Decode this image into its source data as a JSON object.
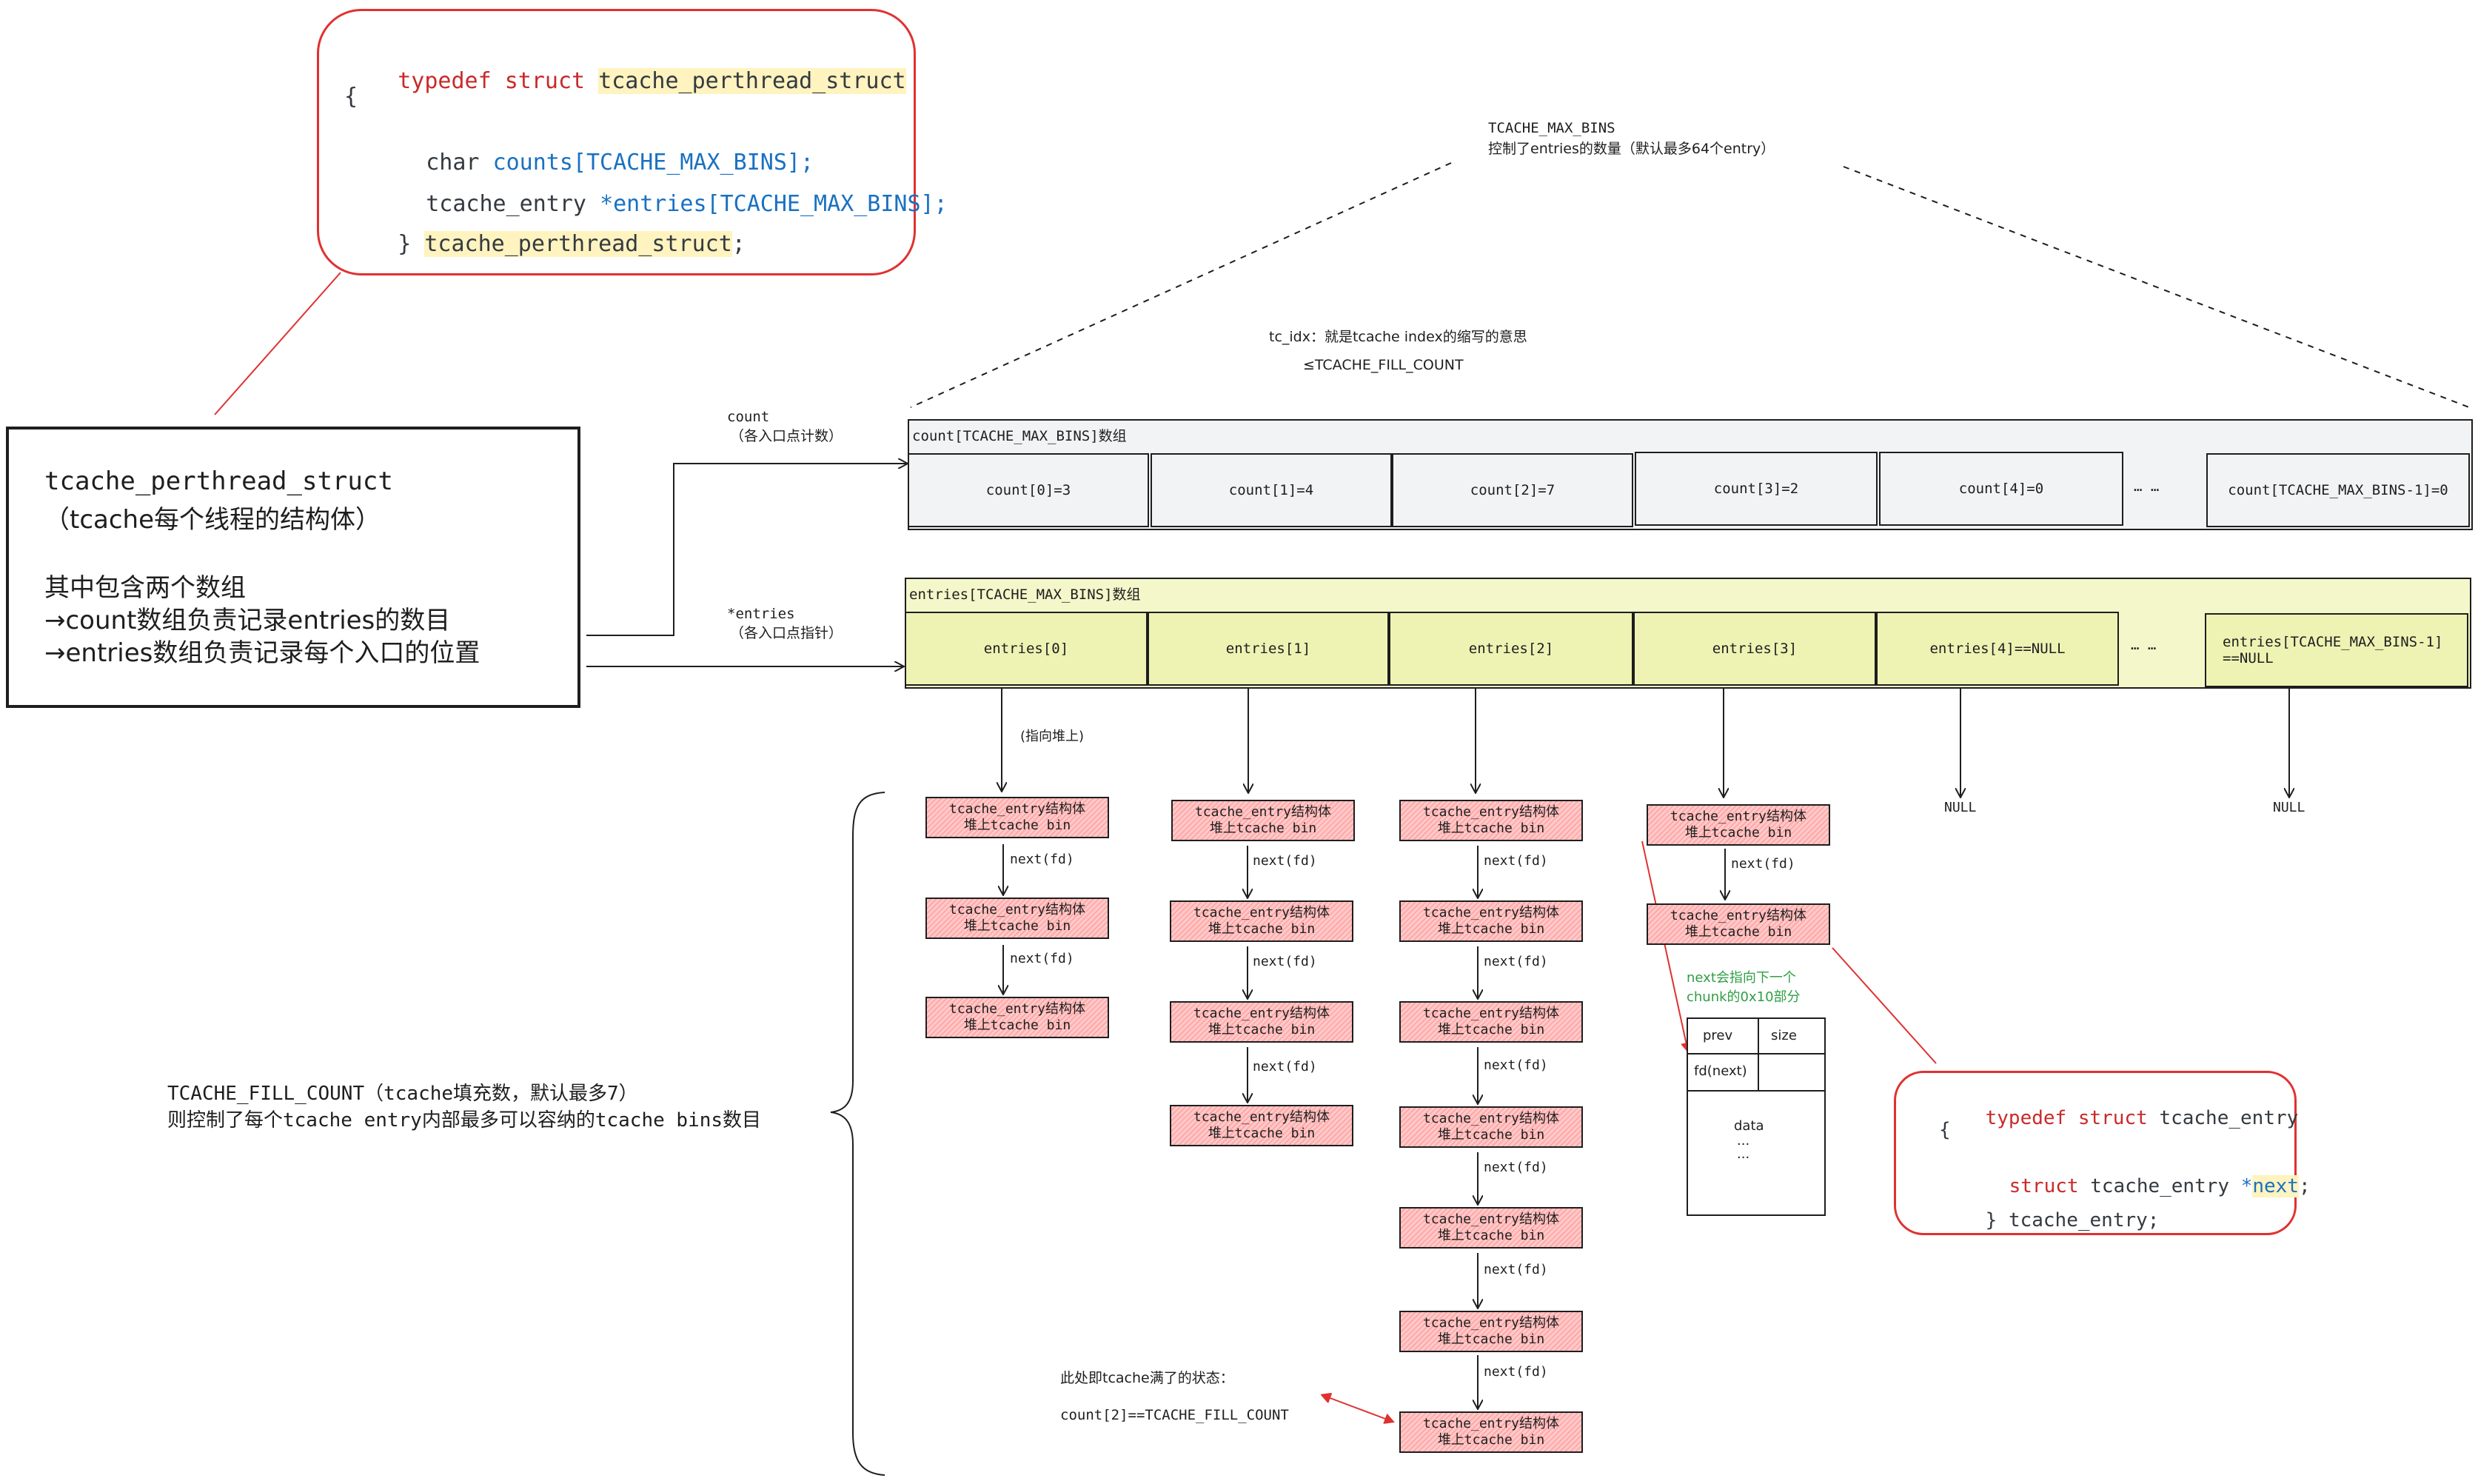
{
  "struct_def": {
    "line1_kw": "typedef struct",
    "line1_name": "tcache_perthread_struct",
    "line2": "{",
    "line3_type": "char",
    "line3_field": "counts[TCACHE_MAX_BINS];",
    "line4_type": "tcache_entry",
    "line4_field": "*entries[TCACHE_MAX_BINS];",
    "line5_close": "}",
    "line5_name": "tcache_perthread_struct",
    "line5_semi": ";"
  },
  "main_box": {
    "title": "tcache_perthread_struct",
    "subtitle": "（tcache每个线程的结构体）",
    "line3": "其中包含两个数组",
    "line4": "→count数组负责记录entries的数目",
    "line5": "→entries数组负责记录每个入口的位置"
  },
  "annotations": {
    "max_bins_title": "TCACHE_MAX_BINS",
    "max_bins_desc": "控制了entries的数量（默认最多64个entry）",
    "tc_idx": "tc_idx：就是tcache index的缩写的意思",
    "fill_count_le": "≤TCACHE_FILL_COUNT",
    "count_label": "count",
    "count_sub": "（各入口点计数）",
    "entries_label": "*entries",
    "entries_sub": "（各入口点指针）",
    "points_to_heap": "(指向堆上)",
    "fill_count_desc1": "TCACHE_FILL_COUNT（tcache填充数，默认最多7）",
    "fill_count_desc2": "则控制了每个tcache entry内部最多可以容纳的tcache bins数目",
    "full_state": "此处即tcache满了的状态：",
    "full_eq": "count[2]==TCACHE_FILL_COUNT",
    "next_note1": "next会指向下一个",
    "next_note2": "chunk的0x10部分",
    "null_label": "NULL"
  },
  "count_array": {
    "label": "count[TCACHE_MAX_BINS]数组",
    "cells": [
      "count[0]=3",
      "count[1]=4",
      "count[2]=7",
      "count[3]=2",
      "count[4]=0"
    ],
    "ellipsis": "…  …",
    "last": "count[TCACHE_MAX_BINS-1]=0"
  },
  "entries_array": {
    "label": "entries[TCACHE_MAX_BINS]数组",
    "cells": [
      "entries[0]",
      "entries[1]",
      "entries[2]",
      "entries[3]",
      "entries[4]==NULL"
    ],
    "ellipsis": "…  …",
    "last_line1": "entries[TCACHE_MAX_BINS-1]",
    "last_line2": "==NULL"
  },
  "node": {
    "line1": "tcache_entry结构体",
    "line2": "堆上tcache bin"
  },
  "next_label": "next(fd)",
  "chunk": {
    "prev": "prev",
    "size": "size",
    "fd": "fd(next)",
    "data": "data",
    "dots1": "...",
    "dots2": "..."
  },
  "entry_def": {
    "line1_kw": "typedef struct",
    "line1_name": "tcache_entry",
    "line2": "{",
    "line3_kw": "struct",
    "line3_type": "tcache_entry",
    "line3_ptr": "*",
    "line3_field": "next",
    "line3_semi": ";",
    "line4_close": "}",
    "line4_name": "tcache_entry;"
  },
  "colors": {
    "red": "#e03131",
    "green": "#2f9e44",
    "node_fill": "#ffc9c9",
    "entries_fill": "#eef3b4",
    "count_fill": "#f1f3f5"
  }
}
